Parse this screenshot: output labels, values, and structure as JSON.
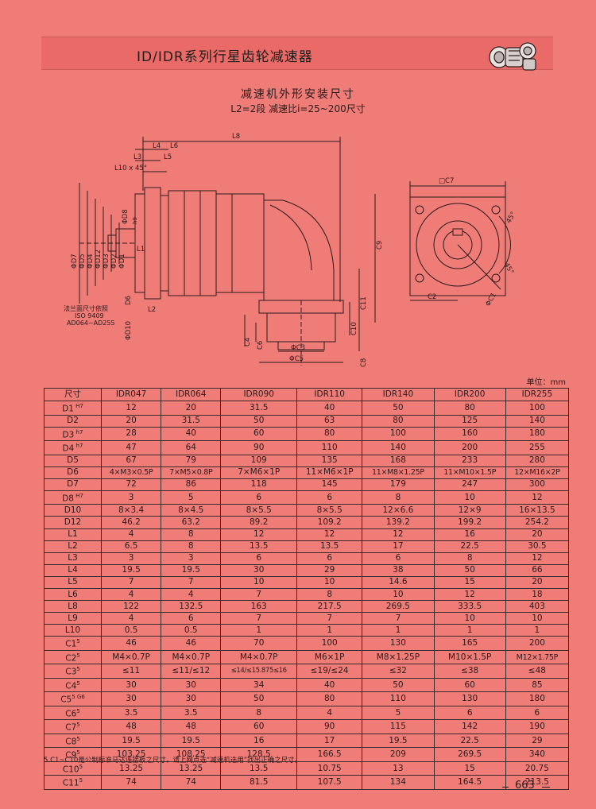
{
  "header": {
    "title": "ID/IDR系列行星齿轮减速器"
  },
  "doc": {
    "title": "减速机外形安装尺寸",
    "subtitle": "L2=2段 减速比i=25~200尺寸"
  },
  "drawing": {
    "labels": {
      "L8": "L8",
      "L4": "L4",
      "L6": "L6",
      "L3": "L3",
      "L5": "L5",
      "L10": "L10 x 45°",
      "D7": "ΦD7",
      "D5": "ΦD5",
      "D4": "ΦD4",
      "D12": "ΦD12",
      "D3": "ΦD3",
      "D2": "ΦD2",
      "D1": "ΦD1",
      "D8": "ΦD8",
      "h9": "h9",
      "L1": "L1",
      "D6": "D6",
      "L2": "L2",
      "D10": "ΦD10",
      "C9": "C9",
      "C11": "C11",
      "C10": "C10",
      "C4": "C4",
      "C6": "C6",
      "C8": "C8",
      "C3": "ΦC3",
      "C5": "ΦC5",
      "C7": "□C7",
      "C2": "C2",
      "C1": "ΦC1",
      "a45a": "45°",
      "a45b": "45°"
    },
    "flange_note": [
      "法兰面尺寸依照",
      "ISO 9409",
      "AD064~AD255"
    ]
  },
  "unit": "单位：mm",
  "table": {
    "headers": [
      "尺寸",
      "IDR047",
      "IDR064",
      "IDR090",
      "IDR110",
      "IDR140",
      "IDR200",
      "IDR255"
    ],
    "rows": [
      {
        "name": "D1",
        "sub": " H7",
        "values": [
          "12",
          "20",
          "31.5",
          "40",
          "50",
          "80",
          "100"
        ]
      },
      {
        "name": "D2",
        "sub": "",
        "values": [
          "20",
          "31.5",
          "50",
          "63",
          "80",
          "125",
          "140"
        ]
      },
      {
        "name": "D3",
        "sub": " h7",
        "values": [
          "28",
          "40",
          "60",
          "80",
          "100",
          "160",
          "180"
        ]
      },
      {
        "name": "D4",
        "sub": " h7",
        "values": [
          "47",
          "64",
          "90",
          "110",
          "140",
          "200",
          "255"
        ]
      },
      {
        "name": "D5",
        "sub": "",
        "values": [
          "67",
          "79",
          "109",
          "135",
          "168",
          "233",
          "280"
        ]
      },
      {
        "name": "D6",
        "sub": "",
        "values": [
          "4×M3×0.5P",
          "7×M5×0.8P",
          "7×M6×1P",
          "11×M6×1P",
          "11×M8×1.25P",
          "11×M10×1.5P",
          "12×M16×2P"
        ]
      },
      {
        "name": "D7",
        "sub": "",
        "values": [
          "72",
          "86",
          "118",
          "145",
          "179",
          "247",
          "300"
        ]
      },
      {
        "name": "D8",
        "sub": " H7",
        "values": [
          "3",
          "5",
          "6",
          "6",
          "8",
          "10",
          "12"
        ]
      },
      {
        "name": "D10",
        "sub": "",
        "values": [
          "8×3.4",
          "8×4.5",
          "8×5.5",
          "8×5.5",
          "12×6.6",
          "12×9",
          "16×13.5"
        ]
      },
      {
        "name": "D12",
        "sub": "",
        "values": [
          "46.2",
          "63.2",
          "89.2",
          "109.2",
          "139.2",
          "199.2",
          "254.2"
        ]
      },
      {
        "name": "L1",
        "sub": "",
        "values": [
          "4",
          "8",
          "12",
          "12",
          "12",
          "16",
          "20"
        ]
      },
      {
        "name": "L2",
        "sub": "",
        "values": [
          "6.5",
          "8",
          "13.5",
          "13.5",
          "17",
          "22.5",
          "30.5"
        ]
      },
      {
        "name": "L3",
        "sub": "",
        "values": [
          "3",
          "3",
          "6",
          "6",
          "6",
          "8",
          "12"
        ]
      },
      {
        "name": "L4",
        "sub": "",
        "values": [
          "19.5",
          "19.5",
          "30",
          "29",
          "38",
          "50",
          "66"
        ]
      },
      {
        "name": "L5",
        "sub": "",
        "values": [
          "7",
          "7",
          "10",
          "10",
          "14.6",
          "15",
          "20"
        ]
      },
      {
        "name": "L6",
        "sub": "",
        "values": [
          "4",
          "4",
          "7",
          "8",
          "10",
          "12",
          "18"
        ]
      },
      {
        "name": "L8",
        "sub": "",
        "values": [
          "122",
          "132.5",
          "163",
          "217.5",
          "269.5",
          "333.5",
          "403"
        ]
      },
      {
        "name": "L9",
        "sub": "",
        "values": [
          "4",
          "6",
          "7",
          "7",
          "7",
          "10",
          "10"
        ]
      },
      {
        "name": "L10",
        "sub": "",
        "values": [
          "0.5",
          "0.5",
          "1",
          "1",
          "1",
          "1",
          "1"
        ]
      },
      {
        "name": "C1",
        "sub": "5",
        "values": [
          "46",
          "46",
          "70",
          "100",
          "130",
          "165",
          "200"
        ]
      },
      {
        "name": "C2",
        "sub": "5",
        "values": [
          "M4×0.7P",
          "M4×0.7P",
          "M4×0.7P",
          "M6×1P",
          "M8×1.25P",
          "M10×1.5P",
          "M12×1.75P"
        ]
      },
      {
        "name": "C3",
        "sub": "5",
        "values": [
          "≤11",
          "≤11/≤12",
          "≤14/≤15.875≤16",
          "≤19/≤24",
          "≤32",
          "≤38",
          "≤48"
        ]
      },
      {
        "name": "C4",
        "sub": "5",
        "values": [
          "30",
          "30",
          "34",
          "40",
          "50",
          "60",
          "85"
        ]
      },
      {
        "name": "C5",
        "sub": "5 G6",
        "values": [
          "30",
          "30",
          "50",
          "80",
          "110",
          "130",
          "180"
        ]
      },
      {
        "name": "C6",
        "sub": "5",
        "values": [
          "3.5",
          "3.5",
          "8",
          "4",
          "5",
          "6",
          "6"
        ]
      },
      {
        "name": "C7",
        "sub": "5",
        "values": [
          "48",
          "48",
          "60",
          "90",
          "115",
          "142",
          "190"
        ]
      },
      {
        "name": "C8",
        "sub": "5",
        "values": [
          "19.5",
          "19.5",
          "16",
          "17",
          "19.5",
          "22.5",
          "29"
        ]
      },
      {
        "name": "C9",
        "sub": "5",
        "values": [
          "103.25",
          "108.25",
          "128.5",
          "166.5",
          "209",
          "269.5",
          "340"
        ]
      },
      {
        "name": "C10",
        "sub": "5",
        "values": [
          "13.25",
          "13.25",
          "13.5",
          "10.75",
          "13",
          "15",
          "20.75"
        ]
      },
      {
        "name": "C11",
        "sub": "5",
        "values": [
          "74",
          "74",
          "81.5",
          "107.5",
          "134",
          "164.5",
          "213.5"
        ]
      }
    ]
  },
  "footnote": "5.C1~C10是公制标准马达连接板之尺寸，请上网点选“减速机选用”找出正确之尺寸。",
  "page_number": "663",
  "colors": {
    "background": "#f07c78",
    "band": "#e96a66",
    "ink": "#2a1a1a"
  }
}
